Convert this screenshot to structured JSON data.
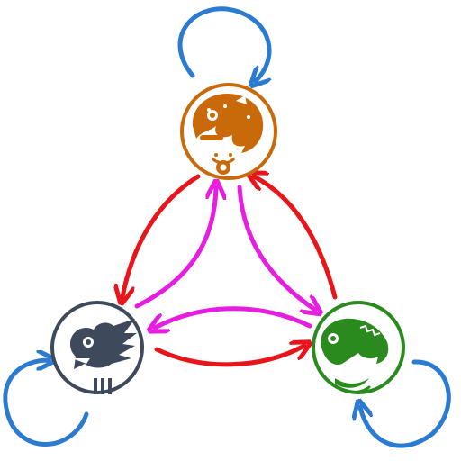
{
  "diagram": {
    "nodes": [
      {
        "id": "jaguar",
        "glyph": "jaguar-head-glyph",
        "color": "#c96a0a"
      },
      {
        "id": "eagle",
        "glyph": "eagle-head-glyph",
        "color": "#3e4a5c"
      },
      {
        "id": "serpent",
        "glyph": "serpent-head-glyph",
        "color": "#2a8a1e"
      }
    ],
    "edges": [
      {
        "from": "jaguar",
        "to": "jaguar",
        "color": "#2b7bd0",
        "kind": "self-loop"
      },
      {
        "from": "eagle",
        "to": "eagle",
        "color": "#2b7bd0",
        "kind": "self-loop"
      },
      {
        "from": "serpent",
        "to": "serpent",
        "color": "#2b7bd0",
        "kind": "self-loop"
      },
      {
        "from": "jaguar",
        "to": "eagle",
        "color": "#e8161a"
      },
      {
        "from": "eagle",
        "to": "serpent",
        "color": "#e8161a"
      },
      {
        "from": "serpent",
        "to": "jaguar",
        "color": "#e8161a"
      },
      {
        "from": "eagle",
        "to": "jaguar",
        "color": "#e61ee0"
      },
      {
        "from": "jaguar",
        "to": "serpent",
        "color": "#e61ee0"
      },
      {
        "from": "serpent",
        "to": "eagle",
        "color": "#e61ee0"
      }
    ],
    "colors": {
      "self_loop": "#2b7bd0",
      "red_cycle": "#e8161a",
      "magenta_cycle": "#e61ee0",
      "jaguar": "#c96a0a",
      "eagle": "#3e4a5c",
      "serpent": "#2a8a1e"
    }
  }
}
